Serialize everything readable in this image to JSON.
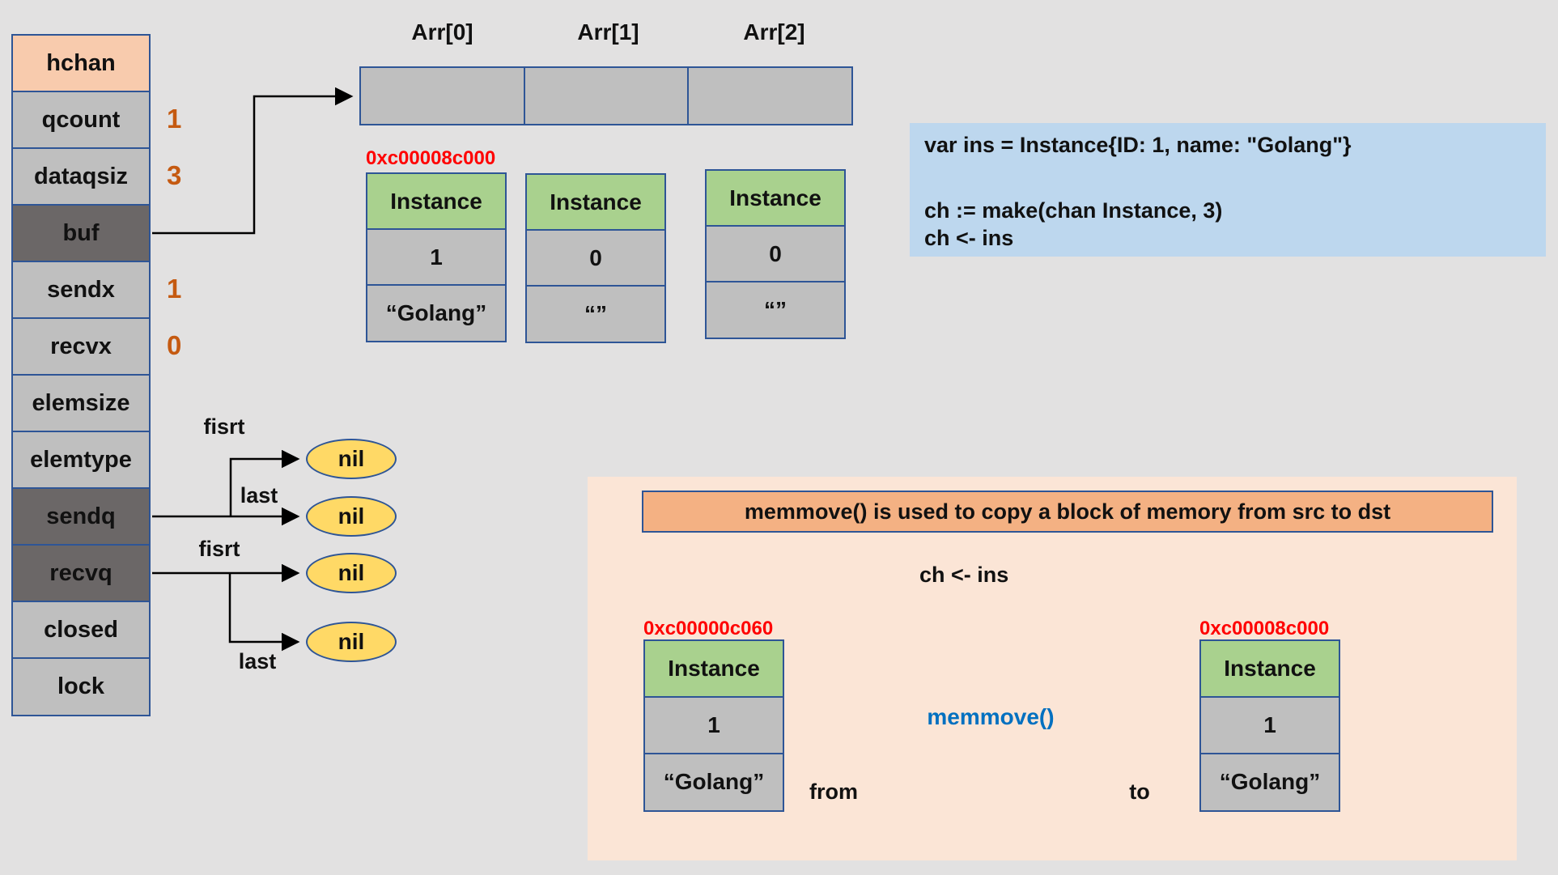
{
  "hchan_table": {
    "rows": [
      {
        "label": "hchan"
      },
      {
        "label": "qcount",
        "value": "1"
      },
      {
        "label": "dataqsiz",
        "value": "3"
      },
      {
        "label": "buf"
      },
      {
        "label": "sendx",
        "value": "1"
      },
      {
        "label": "recvx",
        "value": "0"
      },
      {
        "label": "elemsize"
      },
      {
        "label": "elemtype"
      },
      {
        "label": "sendq"
      },
      {
        "label": "recvq"
      },
      {
        "label": "closed"
      },
      {
        "label": "lock"
      }
    ]
  },
  "buffer_array": {
    "slot_labels": [
      "Arr[0]",
      "Arr[1]",
      "Arr[2]"
    ],
    "address": "0xc00008c000"
  },
  "instances": [
    {
      "title": "Instance",
      "id": "1",
      "name": "“Golang”"
    },
    {
      "title": "Instance",
      "id": "0",
      "name": "“”"
    },
    {
      "title": "Instance",
      "id": "0",
      "name": "“”"
    }
  ],
  "wait_queues": {
    "sendq_first_label": "fisrt",
    "sendq_last_label": "last",
    "recvq_first_label": "fisrt",
    "recvq_last_label": "last",
    "nodes": [
      "nil",
      "nil",
      "nil",
      "nil"
    ]
  },
  "code_box": {
    "line1": "var ins = Instance{ID: 1, name: \"Golang\"}",
    "line2": "ch := make(chan Instance, 3)",
    "line3": "ch <- ins"
  },
  "memmove_panel": {
    "title": "memmove() is used to copy a block of memory from src to dst",
    "operation": "ch <- ins",
    "func_label": "memmove()",
    "from_label": "from",
    "to_label": "to",
    "src": {
      "address": "0xc00000c060",
      "title": "Instance",
      "id": "1",
      "name": "“Golang”"
    },
    "dst": {
      "address": "0xc00008c000",
      "title": "Instance",
      "id": "1",
      "name": "“Golang”"
    }
  },
  "colors": {
    "border_blue": "#2e5596",
    "cell_gray": "#bfbfbf",
    "cell_dark": "#6b6767",
    "header_peach": "#f8cbad",
    "instance_green": "#a9d18e",
    "nil_yellow": "#ffd966",
    "code_blue_bg": "#bdd7ee",
    "panel_peach": "#fbe5d6",
    "bar_orange": "#f4b183",
    "value_orange": "#c55a11",
    "address_red": "#ff0000",
    "func_blue": "#0070c0"
  }
}
